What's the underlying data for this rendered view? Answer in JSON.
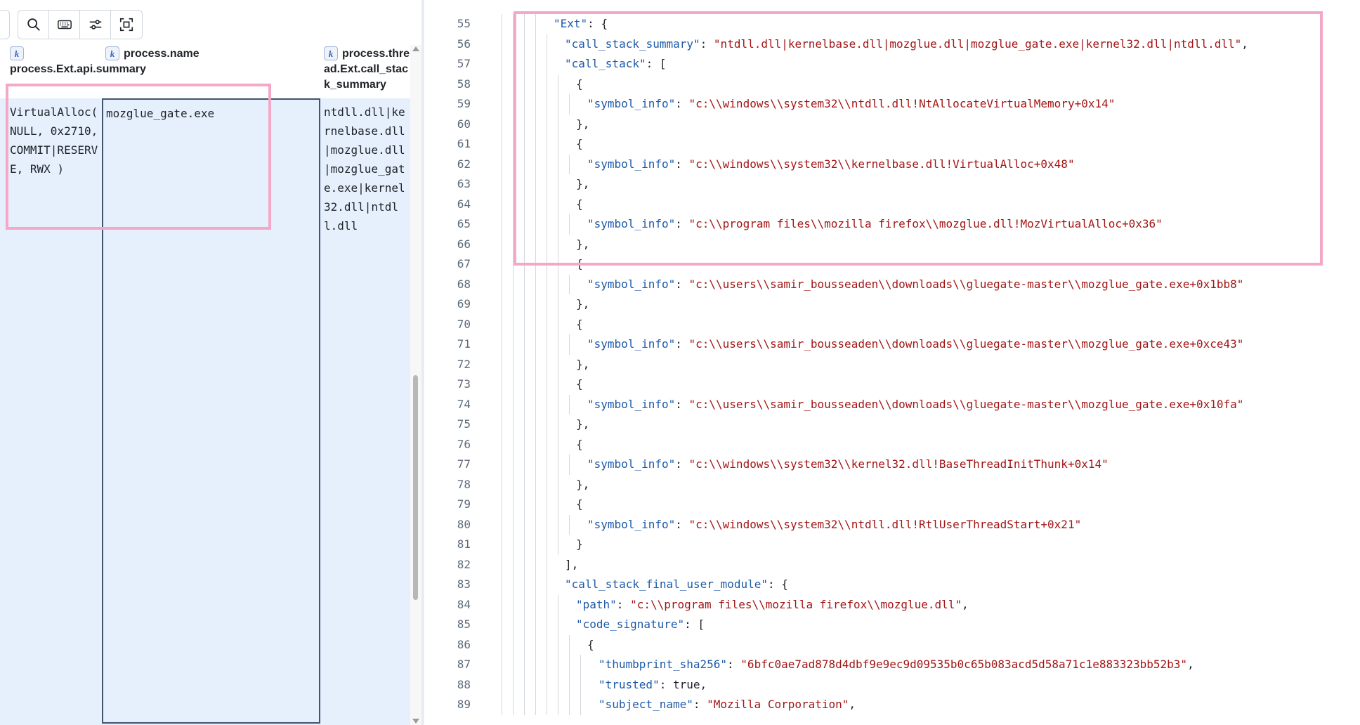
{
  "toolbar": {
    "buttons": [
      {
        "icon": "search-icon"
      },
      {
        "icon": "keyboard-icon"
      },
      {
        "icon": "sliders-icon"
      },
      {
        "icon": "fullscreen-icon"
      }
    ]
  },
  "grid": {
    "badge": "k",
    "columns": [
      {
        "label": "process.Ext.api.summary"
      },
      {
        "label": "process.name"
      },
      {
        "label": "process.thread.Ext.call_stack_summary"
      }
    ],
    "row": {
      "api_summary": "VirtualAlloc( NULL, 0x2710, COMMIT|RESERVE, RWX )",
      "process_name": "mozglue_gate.exe",
      "call_stack_summary": "ntdll.dll|kernelbase.dll|mozglue.dll|mozglue_gate.exe|kernel32.dll|ntdll.dll"
    }
  },
  "code": {
    "lines": [
      {
        "n": "55",
        "d": 4,
        "t": [
          [
            "k",
            "\"Ext\""
          ],
          [
            "p",
            ": {"
          ]
        ]
      },
      {
        "n": "56",
        "d": 5,
        "t": [
          [
            "k",
            "\"call_stack_summary\""
          ],
          [
            "p",
            ": "
          ],
          [
            "s",
            "\"ntdll.dll|kernelbase.dll|mozglue.dll|mozglue_gate.exe|kernel32.dll|ntdll.dll\""
          ],
          [
            "p",
            ","
          ]
        ]
      },
      {
        "n": "57",
        "d": 5,
        "t": [
          [
            "k",
            "\"call_stack\""
          ],
          [
            "p",
            ": ["
          ]
        ]
      },
      {
        "n": "58",
        "d": 6,
        "t": [
          [
            "p",
            "{"
          ]
        ]
      },
      {
        "n": "59",
        "d": 7,
        "t": [
          [
            "k",
            "\"symbol_info\""
          ],
          [
            "p",
            ": "
          ],
          [
            "s",
            "\"c:\\\\windows\\\\system32\\\\ntdll.dll!NtAllocateVirtualMemory+0x14\""
          ]
        ]
      },
      {
        "n": "60",
        "d": 6,
        "t": [
          [
            "p",
            "},"
          ]
        ]
      },
      {
        "n": "61",
        "d": 6,
        "t": [
          [
            "p",
            "{"
          ]
        ]
      },
      {
        "n": "62",
        "d": 7,
        "t": [
          [
            "k",
            "\"symbol_info\""
          ],
          [
            "p",
            ": "
          ],
          [
            "s",
            "\"c:\\\\windows\\\\system32\\\\kernelbase.dll!VirtualAlloc+0x48\""
          ]
        ]
      },
      {
        "n": "63",
        "d": 6,
        "t": [
          [
            "p",
            "},"
          ]
        ]
      },
      {
        "n": "64",
        "d": 6,
        "t": [
          [
            "p",
            "{"
          ]
        ]
      },
      {
        "n": "65",
        "d": 7,
        "t": [
          [
            "k",
            "\"symbol_info\""
          ],
          [
            "p",
            ": "
          ],
          [
            "s",
            "\"c:\\\\program files\\\\mozilla firefox\\\\mozglue.dll!MozVirtualAlloc+0x36\""
          ]
        ]
      },
      {
        "n": "66",
        "d": 6,
        "t": [
          [
            "p",
            "},"
          ]
        ]
      },
      {
        "n": "67",
        "d": 6,
        "t": [
          [
            "p",
            "{"
          ]
        ]
      },
      {
        "n": "68",
        "d": 7,
        "t": [
          [
            "k",
            "\"symbol_info\""
          ],
          [
            "p",
            ": "
          ],
          [
            "s",
            "\"c:\\\\users\\\\samir_bousseaden\\\\downloads\\\\gluegate-master\\\\mozglue_gate.exe+0x1bb8\""
          ]
        ]
      },
      {
        "n": "69",
        "d": 6,
        "t": [
          [
            "p",
            "},"
          ]
        ]
      },
      {
        "n": "70",
        "d": 6,
        "t": [
          [
            "p",
            "{"
          ]
        ]
      },
      {
        "n": "71",
        "d": 7,
        "t": [
          [
            "k",
            "\"symbol_info\""
          ],
          [
            "p",
            ": "
          ],
          [
            "s",
            "\"c:\\\\users\\\\samir_bousseaden\\\\downloads\\\\gluegate-master\\\\mozglue_gate.exe+0xce43\""
          ]
        ]
      },
      {
        "n": "72",
        "d": 6,
        "t": [
          [
            "p",
            "},"
          ]
        ]
      },
      {
        "n": "73",
        "d": 6,
        "t": [
          [
            "p",
            "{"
          ]
        ]
      },
      {
        "n": "74",
        "d": 7,
        "t": [
          [
            "k",
            "\"symbol_info\""
          ],
          [
            "p",
            ": "
          ],
          [
            "s",
            "\"c:\\\\users\\\\samir_bousseaden\\\\downloads\\\\gluegate-master\\\\mozglue_gate.exe+0x10fa\""
          ]
        ]
      },
      {
        "n": "75",
        "d": 6,
        "t": [
          [
            "p",
            "},"
          ]
        ]
      },
      {
        "n": "76",
        "d": 6,
        "t": [
          [
            "p",
            "{"
          ]
        ]
      },
      {
        "n": "77",
        "d": 7,
        "t": [
          [
            "k",
            "\"symbol_info\""
          ],
          [
            "p",
            ": "
          ],
          [
            "s",
            "\"c:\\\\windows\\\\system32\\\\kernel32.dll!BaseThreadInitThunk+0x14\""
          ]
        ]
      },
      {
        "n": "78",
        "d": 6,
        "t": [
          [
            "p",
            "},"
          ]
        ]
      },
      {
        "n": "79",
        "d": 6,
        "t": [
          [
            "p",
            "{"
          ]
        ]
      },
      {
        "n": "80",
        "d": 7,
        "t": [
          [
            "k",
            "\"symbol_info\""
          ],
          [
            "p",
            ": "
          ],
          [
            "s",
            "\"c:\\\\windows\\\\system32\\\\ntdll.dll!RtlUserThreadStart+0x21\""
          ]
        ]
      },
      {
        "n": "81",
        "d": 6,
        "t": [
          [
            "p",
            "}"
          ]
        ]
      },
      {
        "n": "82",
        "d": 5,
        "t": [
          [
            "p",
            "],"
          ]
        ]
      },
      {
        "n": "83",
        "d": 5,
        "t": [
          [
            "k",
            "\"call_stack_final_user_module\""
          ],
          [
            "p",
            ": {"
          ]
        ]
      },
      {
        "n": "84",
        "d": 6,
        "t": [
          [
            "k",
            "\"path\""
          ],
          [
            "p",
            ": "
          ],
          [
            "s",
            "\"c:\\\\program files\\\\mozilla firefox\\\\mozglue.dll\""
          ],
          [
            "p",
            ","
          ]
        ]
      },
      {
        "n": "85",
        "d": 6,
        "t": [
          [
            "k",
            "\"code_signature\""
          ],
          [
            "p",
            ": ["
          ]
        ]
      },
      {
        "n": "86",
        "d": 7,
        "t": [
          [
            "p",
            "{"
          ]
        ]
      },
      {
        "n": "87",
        "d": 8,
        "t": [
          [
            "k",
            "\"thumbprint_sha256\""
          ],
          [
            "p",
            ": "
          ],
          [
            "s",
            "\"6bfc0ae7ad878d4dbf9e9ec9d09535b0c65b083acd5d58a71c1e883323bb52b3\""
          ],
          [
            "p",
            ","
          ]
        ]
      },
      {
        "n": "88",
        "d": 8,
        "t": [
          [
            "k",
            "\"trusted\""
          ],
          [
            "p",
            ": "
          ],
          [
            "v",
            "true"
          ],
          [
            "p",
            ","
          ]
        ]
      },
      {
        "n": "89",
        "d": 8,
        "t": [
          [
            "k",
            "\"subject_name\""
          ],
          [
            "p",
            ": "
          ],
          [
            "s",
            "\"Mozilla Corporation\""
          ],
          [
            "p",
            ","
          ]
        ]
      }
    ]
  },
  "colors": {
    "key": "#1d5aa8",
    "string": "#a31515",
    "highlight": "#f4a7c7",
    "grid_bg": "#e6f0fd"
  }
}
